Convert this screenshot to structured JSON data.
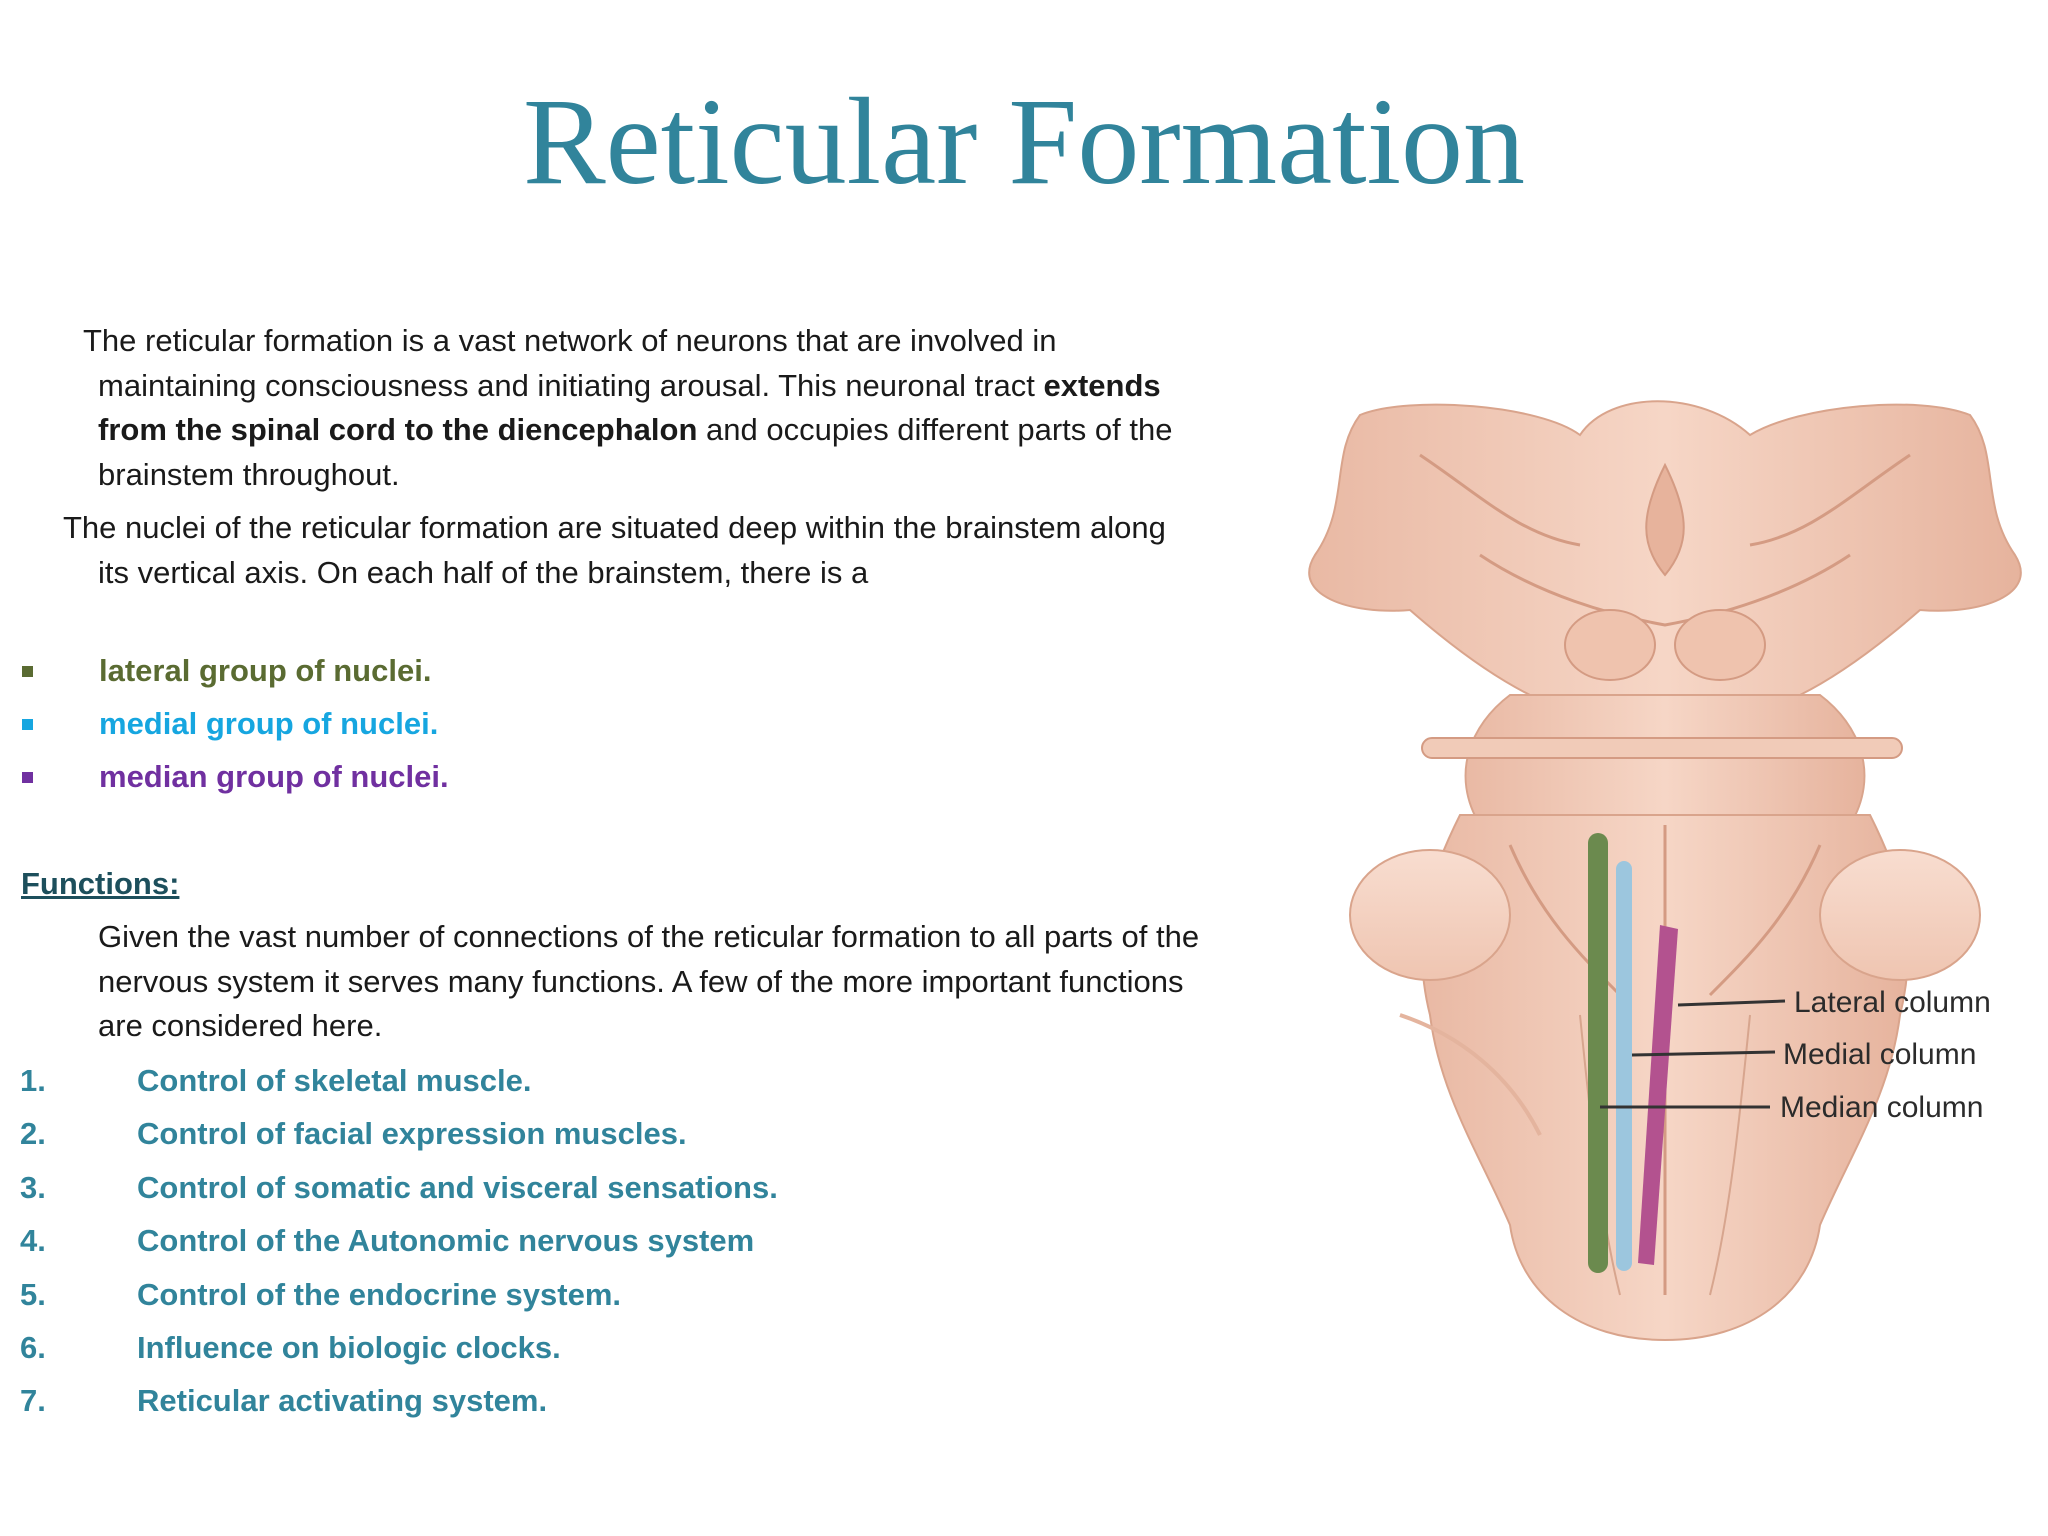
{
  "slide": {
    "title": "Reticular Formation",
    "intro": {
      "p1_before": "The reticular formation is a vast network of neurons that are involved in maintaining consciousness and initiating arousal. This neuronal tract ",
      "p1_bold": "extends from the spinal cord to the diencephalon",
      "p1_after": " and occupies different parts of the brainstem throughout.",
      "p2": "The nuclei of the reticular formation are situated deep within the brainstem along its vertical axis. On each half of the brainstem, there is a"
    },
    "nuclei_groups": [
      {
        "label": "lateral group of nuclei.",
        "color": "#5a6b32"
      },
      {
        "label": "medial group of nuclei.",
        "color": "#16a6e0"
      },
      {
        "label": "median group of nuclei.",
        "color": "#7030a0"
      }
    ],
    "functions_heading": "Functions:",
    "functions_intro": "Given the vast number of connections of the reticular formation to all parts of the nervous system it serves many functions. A few of the more important functions are considered here.",
    "functions": [
      {
        "num": "1.",
        "label": "Control of skeletal muscle."
      },
      {
        "num": "2.",
        "label": "Control of facial expression muscles."
      },
      {
        "num": "3.",
        "label": "Control of somatic and visceral sensations."
      },
      {
        "num": "4.",
        "label": "Control of the Autonomic nervous system"
      },
      {
        "num": "5.",
        "label": "Control of the endocrine system."
      },
      {
        "num": "6.",
        "label": "Influence on biologic clocks."
      },
      {
        "num": "7.",
        "label": "Reticular activating system."
      }
    ],
    "figure": {
      "labels": {
        "lateral": "Lateral column",
        "medial": "Medial column",
        "median": "Median column"
      },
      "column_colors": {
        "lateral": "#6b8a4e",
        "medial": "#9cc6de",
        "median": "#b3528f"
      }
    }
  }
}
